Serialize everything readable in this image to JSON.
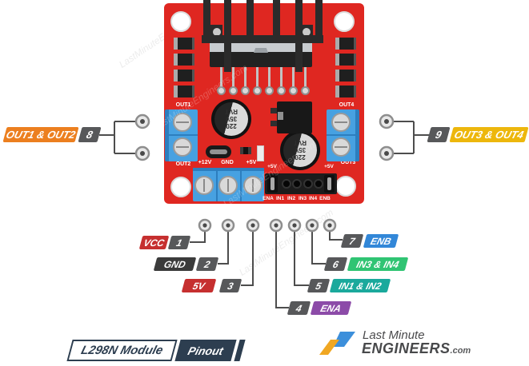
{
  "figure": {
    "watermark": "LastMinuteEngineers.com"
  },
  "board": {
    "silkscreen": {
      "out1": "OUT1",
      "out2": "OUT2",
      "out3": "OUT3",
      "out4": "OUT4",
      "power": [
        "+12V",
        "GND",
        "+5V"
      ],
      "jumper_a": "+5V",
      "jumper_b": "+5V",
      "header": [
        "ENA",
        "IN1",
        "IN2",
        "IN3",
        "IN4",
        "ENB"
      ]
    },
    "capacitor_lines": [
      "220",
      "35V",
      "RVT"
    ]
  },
  "callouts": {
    "left": {
      "number": "8",
      "label": "OUT1 & OUT2",
      "color": "#EC7F1F"
    },
    "right": {
      "number": "9",
      "label": "OUT3 & OUT4",
      "color": "#EDB70C"
    },
    "bottom": [
      {
        "number": "1",
        "label": "VCC",
        "color": "#C62F2F"
      },
      {
        "number": "2",
        "label": "GND",
        "color": "#3B3B3B"
      },
      {
        "number": "3",
        "label": "5V",
        "color": "#C62F2F"
      },
      {
        "number": "4",
        "label": "ENA",
        "color": "#8C4BA8"
      },
      {
        "number": "5",
        "label": "IN1 & IN2",
        "color": "#1AA99C"
      },
      {
        "number": "6",
        "label": "IN3 & IN4",
        "color": "#30C473"
      },
      {
        "number": "7",
        "label": "ENB",
        "color": "#3287D8"
      }
    ]
  },
  "title": {
    "module": "L298N Module",
    "tag": "Pinout"
  },
  "logo": {
    "line1": "Last Minute",
    "line2": "ENGINEERS",
    "suffix": ".com"
  },
  "colors": {
    "board_red": "#DF2721",
    "terminal_blue": "#47A1E1",
    "number_tag_gray": "#57585A",
    "wire_gray": "#4D4D4D",
    "title_navy": "#2D3E50",
    "logo_orange": "#F0A722",
    "logo_blue": "#3C8FDB"
  }
}
